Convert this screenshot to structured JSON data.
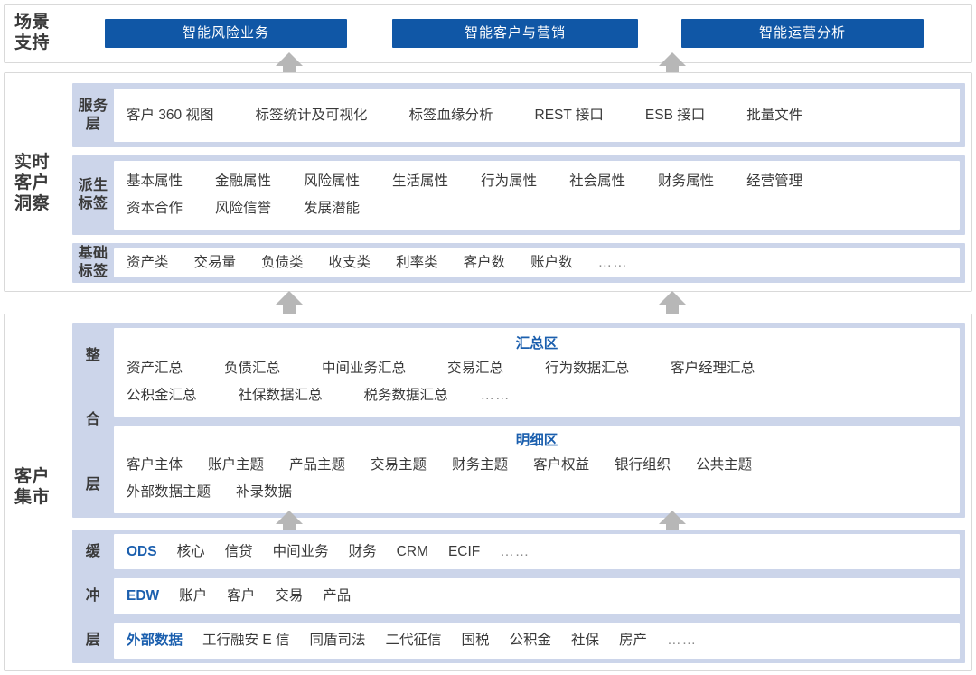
{
  "scene": {
    "group_label": "场景\n支持",
    "buttons": [
      {
        "label": "智能风险业务"
      },
      {
        "label": "智能客户与营销"
      },
      {
        "label": "智能运营分析"
      }
    ]
  },
  "insight": {
    "group_label": "实时\n客户\n洞察",
    "bands": [
      {
        "row_label": "服务\n层",
        "rows": [
          [
            "客户 360 视图",
            "标签统计及可视化",
            "标签血缘分析",
            "REST 接口",
            "ESB 接口",
            "批量文件"
          ]
        ]
      },
      {
        "row_label": "派生\n标签",
        "rows": [
          [
            "基本属性",
            "金融属性",
            "风险属性",
            "生活属性",
            "行为属性",
            "社会属性",
            "财务属性",
            "经营管理"
          ],
          [
            "资本合作",
            "风险信誉",
            "发展潜能"
          ]
        ]
      },
      {
        "row_label": "基础\n标签",
        "rows": [
          [
            "资产类",
            "交易量",
            "负债类",
            "收支类",
            "利率类",
            "客户数",
            "账户数",
            "……"
          ]
        ]
      }
    ]
  },
  "mart": {
    "group_label": "客户\n集市",
    "integrate": {
      "row_label": [
        "整",
        "合",
        "层"
      ],
      "zones": [
        {
          "title": "汇总区",
          "rows": [
            [
              "资产汇总",
              "负债汇总",
              "中间业务汇总",
              "交易汇总",
              "行为数据汇总",
              "客户经理汇总"
            ],
            [
              "公积金汇总",
              "社保数据汇总",
              "税务数据汇总",
              "……"
            ]
          ]
        },
        {
          "title": "明细区",
          "rows": [
            [
              "客户主体",
              "账户主题",
              "产品主题",
              "交易主题",
              "财务主题",
              "客户权益",
              "银行组织",
              "公共主题"
            ],
            [
              "外部数据主题",
              "补录数据"
            ]
          ]
        }
      ]
    },
    "buffer": {
      "row_label": [
        "缓",
        "冲",
        "层"
      ],
      "rows": [
        {
          "accent": "ODS",
          "items": [
            "核心",
            "信贷",
            "中间业务",
            "财务",
            "CRM",
            "ECIF",
            "……"
          ]
        },
        {
          "accent": "EDW",
          "items": [
            "账户",
            "客户",
            "交易",
            "产品"
          ]
        },
        {
          "accent": "外部数据",
          "items": [
            "工行融安 E 信",
            "同盾司法",
            "二代征信",
            "国税",
            "公积金",
            "社保",
            "房产",
            "……"
          ]
        }
      ]
    }
  },
  "icons": {
    "arrow_up": "arrow-up-icon"
  },
  "colors": {
    "scene_button_bg": "#1057a6",
    "band_wrapper_bg": "#ccd5ea",
    "accent_text": "#1b5fae",
    "arrow_gray": "#b7b7b7",
    "panel_border": "#d9d9d9",
    "body_text": "#3a3a3a"
  }
}
